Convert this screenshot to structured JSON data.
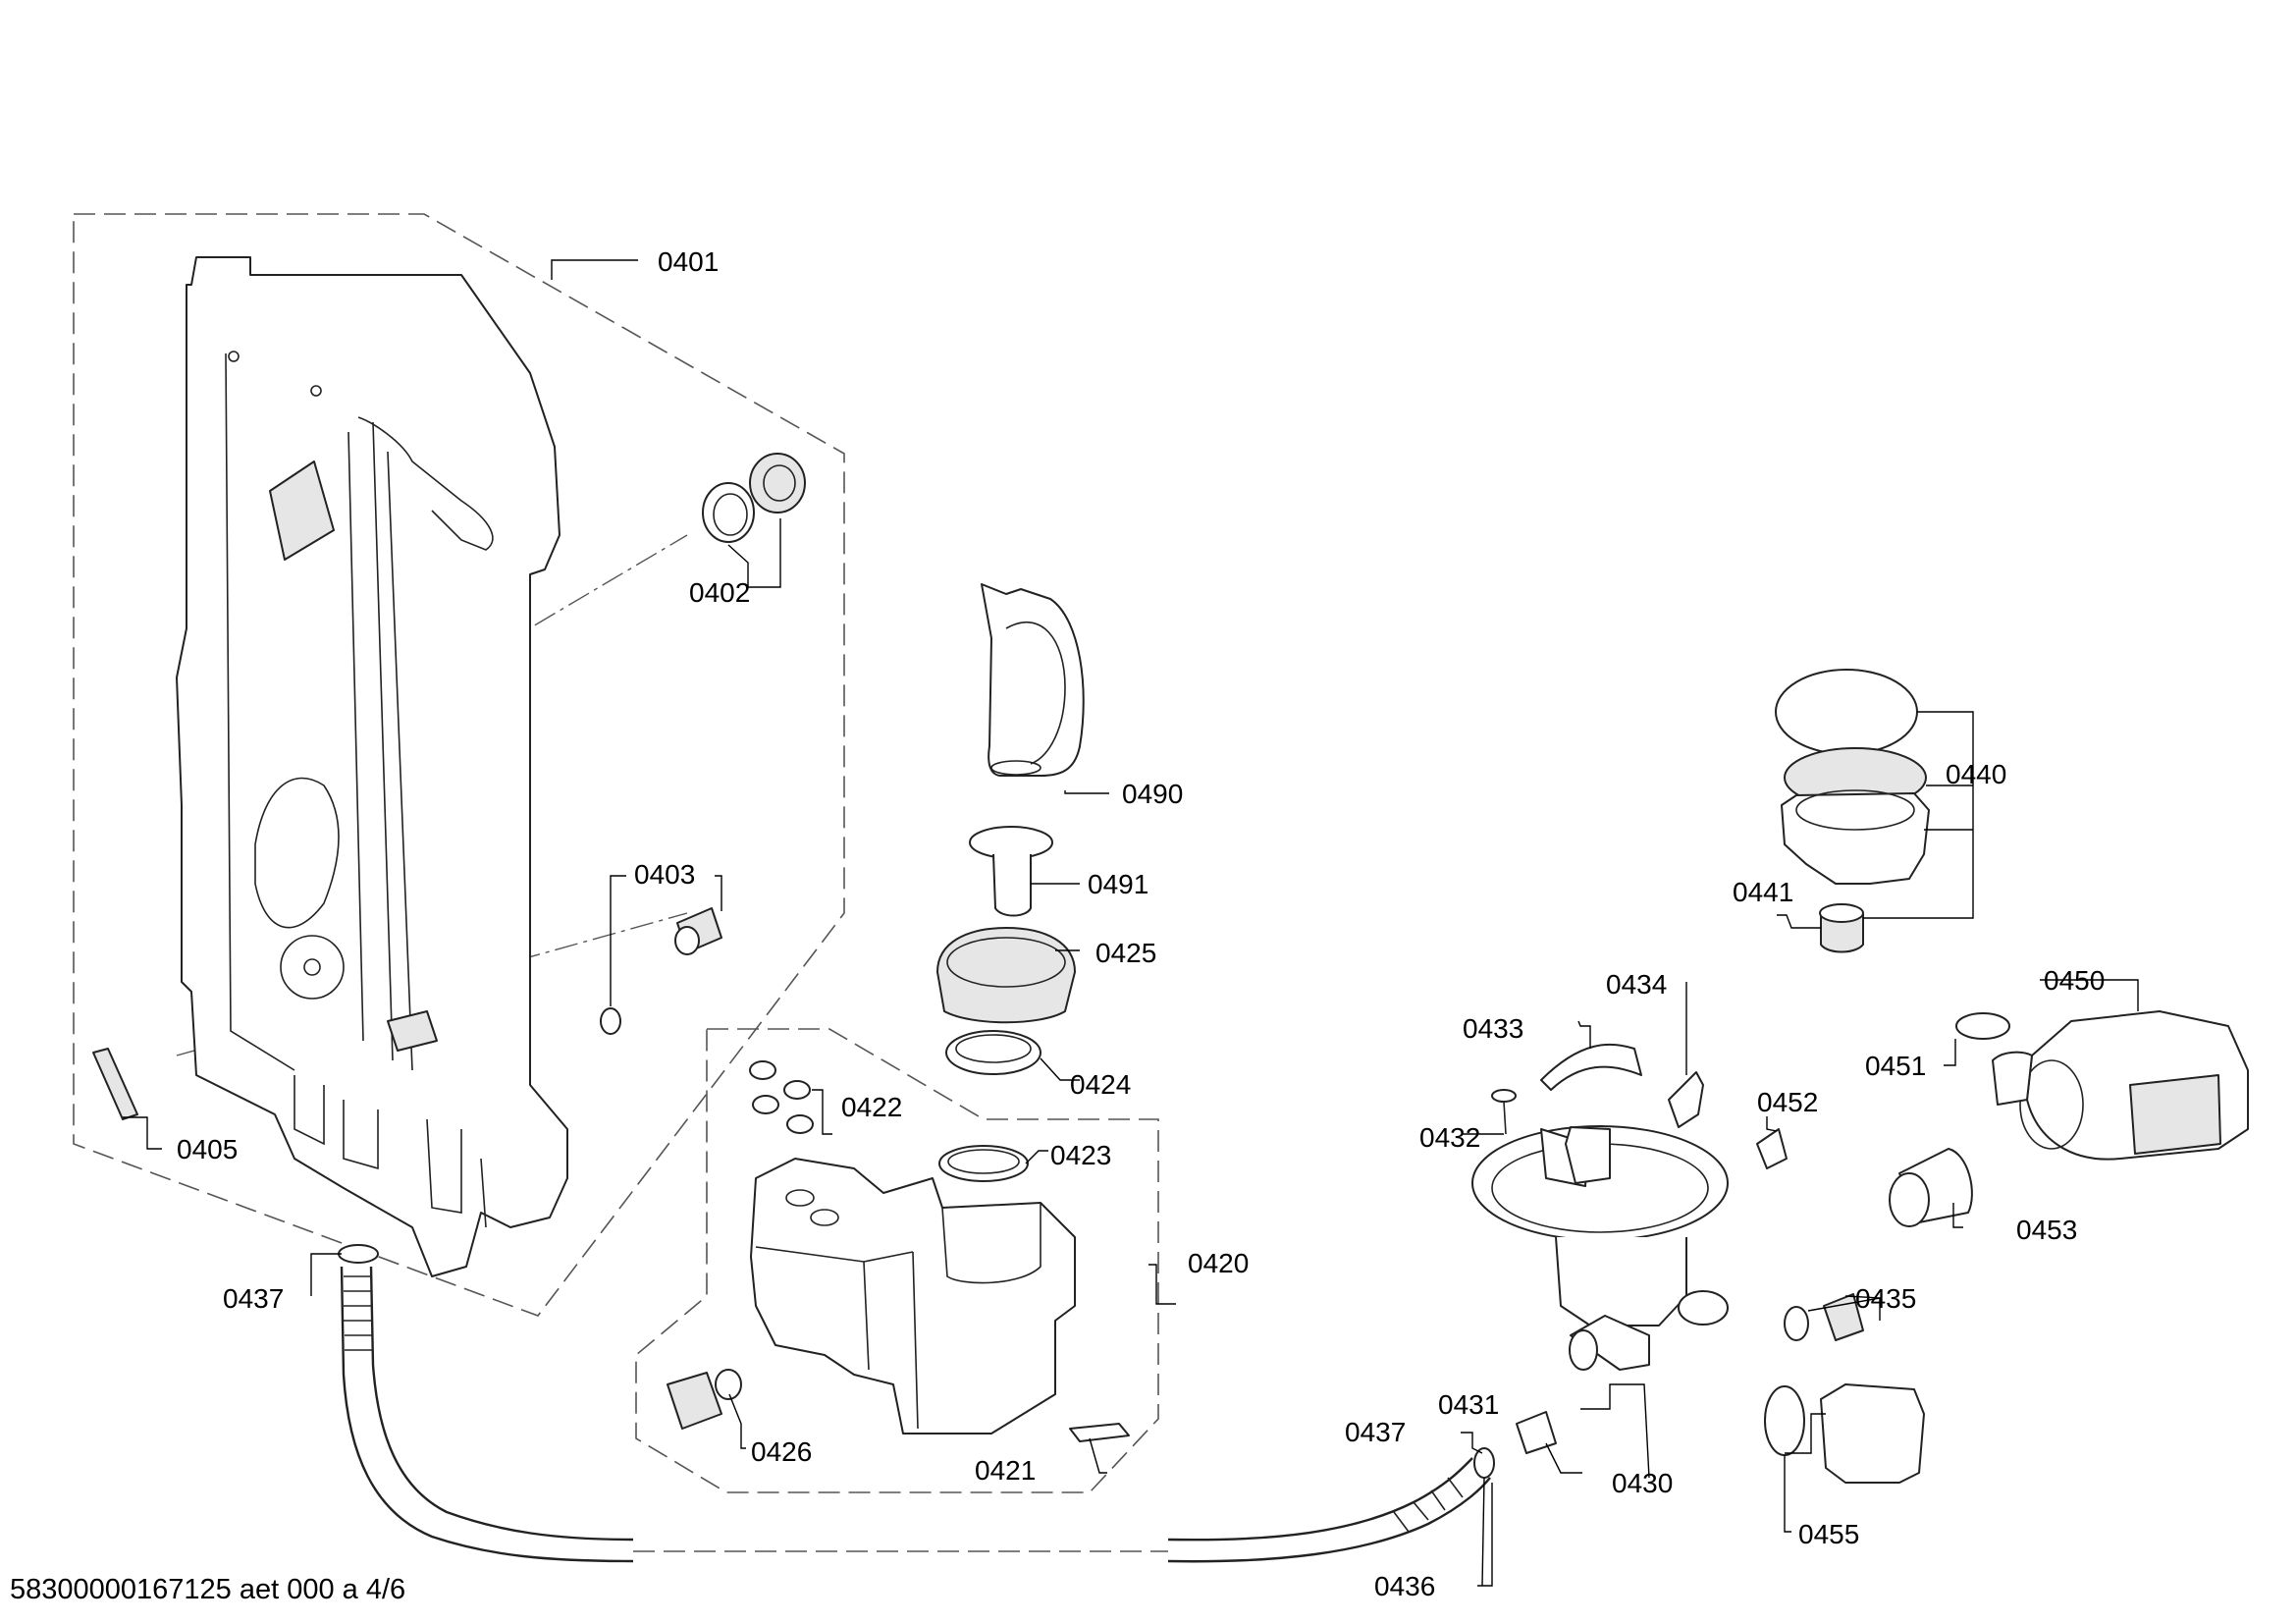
{
  "document": {
    "footer_code": "58300000167125 aet 000 a 4/6"
  },
  "labels": {
    "p0401": "0401",
    "p0402": "0402",
    "p0403": "0403",
    "p0405": "0405",
    "p0437a": "0437",
    "p0490": "0490",
    "p0491": "0491",
    "p0425": "0425",
    "p0424": "0424",
    "p0422": "0422",
    "p0423": "0423",
    "p0420": "0420",
    "p0426": "0426",
    "p0421": "0421",
    "p0440": "0440",
    "p0441": "0441",
    "p0434": "0434",
    "p0433": "0433",
    "p0432": "0432",
    "p0452": "0452",
    "p0450": "0450",
    "p0451": "0451",
    "p0453": "0453",
    "p0435": "0435",
    "p0431": "0431",
    "p0437b": "0437",
    "p0430": "0430",
    "p0455": "0455",
    "p0436": "0436"
  }
}
